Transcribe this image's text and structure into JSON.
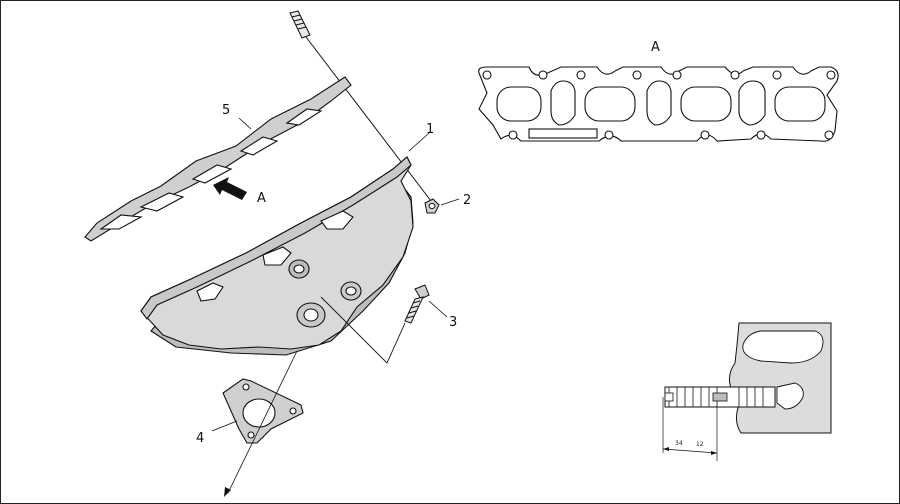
{
  "labels": {
    "view_a": "A",
    "arrow_a": "A",
    "part_1": "1",
    "part_2": "2",
    "part_3": "3",
    "part_4": "4",
    "part_5": "5",
    "dim_left": "34",
    "dim_right": "12"
  },
  "colors": {
    "stroke": "#111111",
    "part_fill": "#d9d9d9",
    "shadow_fill": "#bdbdbd",
    "panel_fill": "#dcdcdc"
  }
}
